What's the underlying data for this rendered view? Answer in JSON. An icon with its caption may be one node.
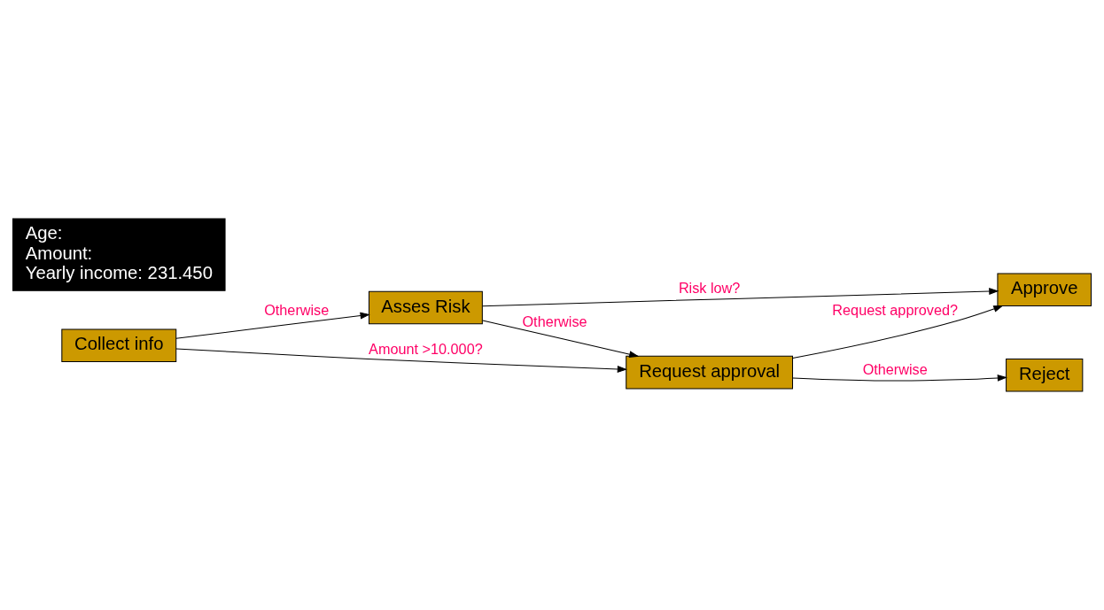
{
  "diagram": {
    "nodes": [
      {
        "text": [
          "Asses Risk"
        ]
      },
      {
        "text": [
          "Collect info"
        ]
      },
      {
        "text": [
          "Approve"
        ]
      },
      {
        "text": [
          "Request approval"
        ]
      },
      {
        "text": [
          "Reject"
        ]
      },
      {
        "text": [
          "Age:",
          "Amount:",
          "Yearly income: 231.450"
        ]
      }
    ],
    "edges": [
      {
        "from": 1,
        "to": 0,
        "arrow": "to",
        "label": "Otherwise"
      },
      {
        "from": 0,
        "to": 2,
        "arrow": "to",
        "label": "Risk low?"
      },
      {
        "from": 0,
        "to": 3,
        "arrow": "to",
        "label": "Otherwise"
      },
      {
        "from": 1,
        "to": 3,
        "arrow": "to",
        "label": "Amount >10.000?"
      },
      {
        "from": 3,
        "to": 2,
        "arrow": "to",
        "label": "Request approved?"
      },
      {
        "from": 3,
        "to": 4,
        "arrow": "to",
        "label": "Otherwise"
      }
    ]
  }
}
